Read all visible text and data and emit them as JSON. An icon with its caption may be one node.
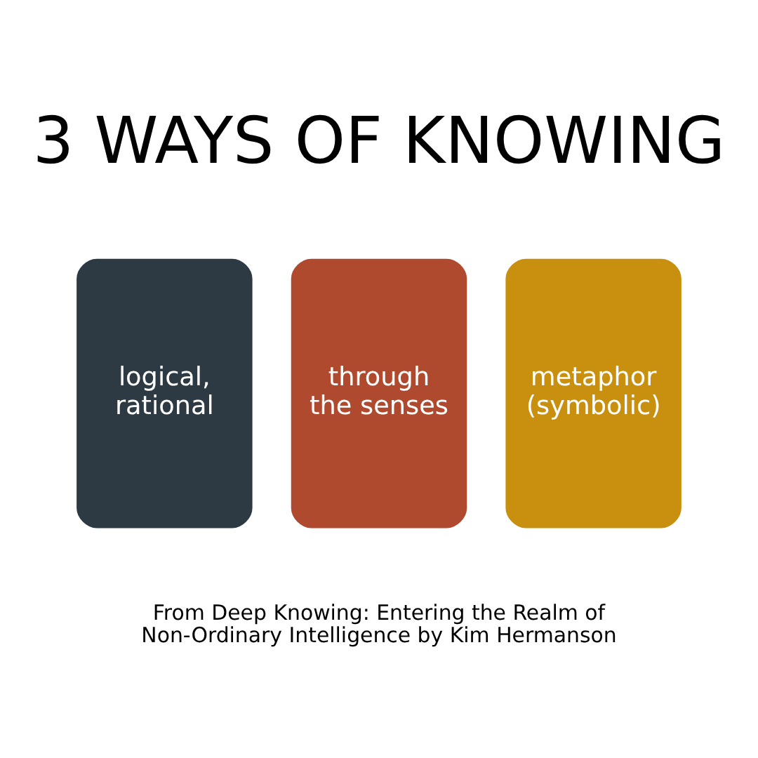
{
  "diagram": {
    "title": "3 WAYS OF KNOWING",
    "caption": "From Deep Knowing: Entering the Realm of Non-Ordinary Intelligence by Kim Hermanson",
    "nodes": [
      {
        "text": [
          "logical, rational"
        ]
      },
      {
        "text": [
          "through the senses"
        ]
      },
      {
        "text": [
          "metaphor (symbolic)"
        ]
      }
    ]
  }
}
